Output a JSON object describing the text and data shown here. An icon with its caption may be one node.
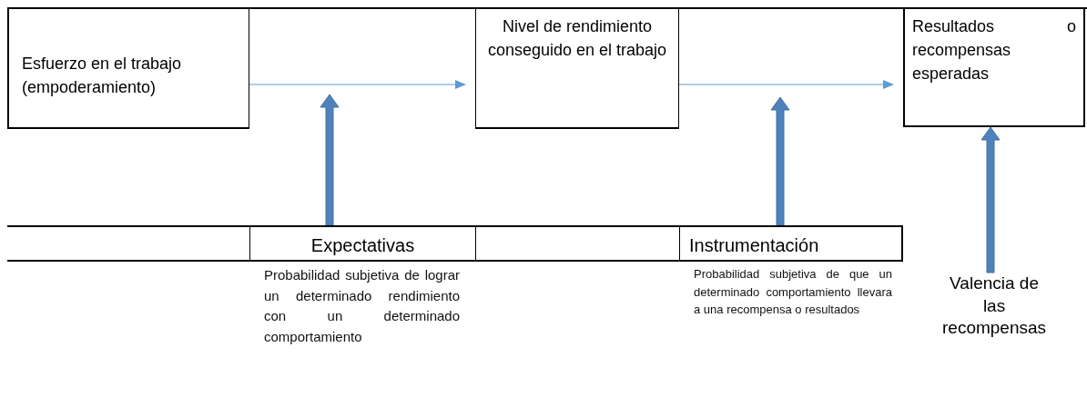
{
  "diagram": {
    "nodes": [
      {
        "text": [
          "Esfuerzo en el trabajo (empoderamiento)"
        ]
      },
      {
        "text": [
          "Nivel de rendimiento conseguido en el trabajo"
        ]
      },
      {
        "text": [
          "Resultados o recompensas esperadas"
        ]
      },
      {
        "text": [],
        "shape": "box"
      },
      {
        "text": [
          "Expectativas"
        ],
        "beside": [
          "Probabilidad subjetiva de lograr un determinado rendimiento con un determinado comportamiento"
        ]
      },
      {
        "text": [],
        "shape": "box"
      },
      {
        "text": [
          "Instrumentación"
        ],
        "beside": [
          "Probabilidad subjetiva de que un determinado comportamiento llevara a una recompensa o resultados"
        ]
      },
      {
        "text": [
          "Valencia de las recompensas"
        ]
      }
    ],
    "edges": [
      {
        "from": 0,
        "to": 1,
        "arrow": "to",
        "color": "#5b9bd5"
      },
      {
        "from": 1,
        "to": 2,
        "arrow": "to",
        "color": "#5b9bd5"
      },
      {
        "from": 4,
        "to": null,
        "arrow": "to",
        "style": "thick"
      },
      {
        "from": 6,
        "to": null,
        "arrow": "to",
        "style": "thick"
      },
      {
        "from": 7,
        "to": 2,
        "arrow": "to",
        "style": "thick"
      }
    ]
  }
}
